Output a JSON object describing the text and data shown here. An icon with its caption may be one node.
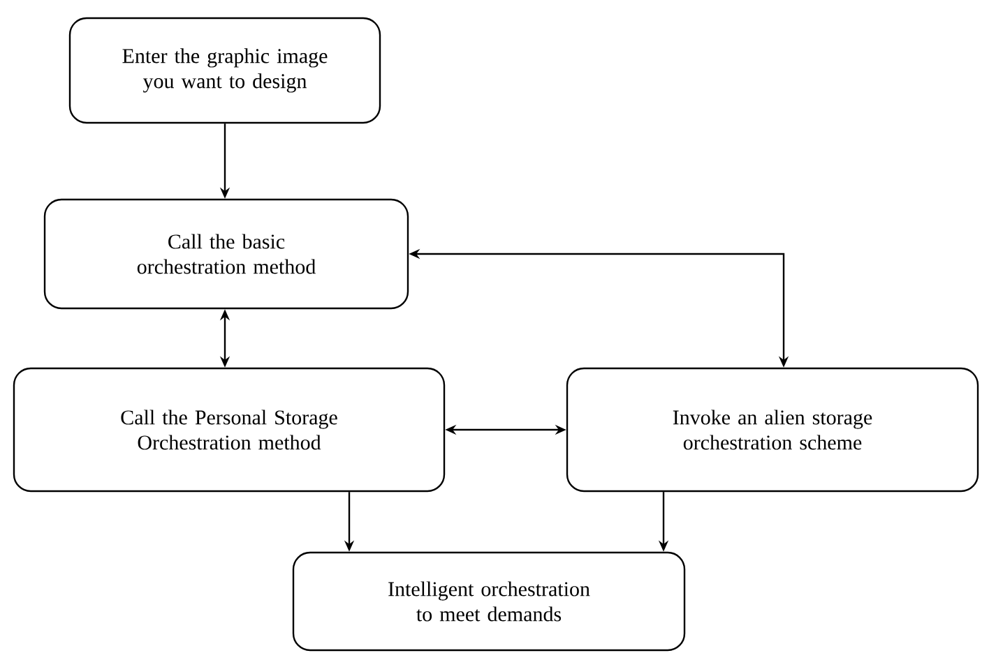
{
  "diagram": {
    "nodes": [
      {
        "text": [
          "Enter the graphic image you want to design"
        ]
      },
      {
        "text": [
          "Call the basic orchestration method"
        ]
      },
      {
        "text": [
          "Call the Personal Storage Orchestration method"
        ]
      },
      {
        "text": [
          "Invoke an alien storage orchestration scheme"
        ]
      },
      {
        "text": [
          "Intelligent orchestration to meet demands"
        ]
      }
    ],
    "edges": [
      {
        "from": 0,
        "to": 1,
        "arrow": "to"
      },
      {
        "from": 1,
        "to": 2,
        "arrow": "both"
      },
      {
        "from": 3,
        "to": 1,
        "arrow": "both"
      },
      {
        "from": 2,
        "to": 3,
        "arrow": "both"
      },
      {
        "from": 2,
        "to": 4,
        "arrow": "to"
      },
      {
        "from": 3,
        "to": 4,
        "arrow": "to"
      }
    ]
  }
}
